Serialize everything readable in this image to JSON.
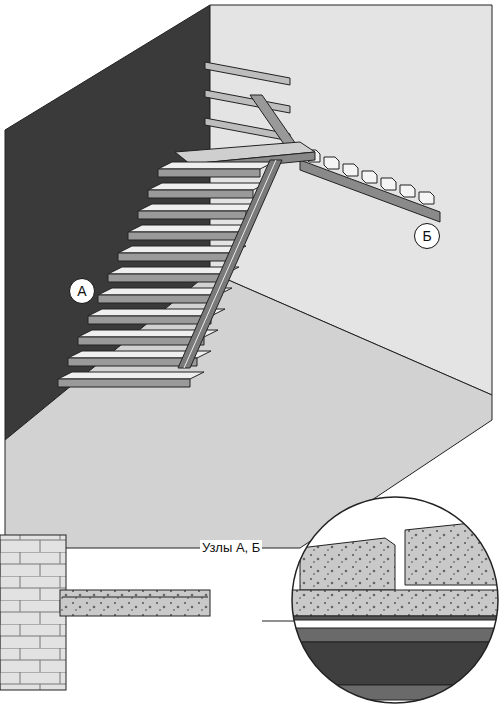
{
  "diagram": {
    "nodes": [
      {
        "text": [
          "А"
        ]
      },
      {
        "text": [
          "Б"
        ]
      }
    ],
    "labels": [
      "Узлы А, Б"
    ]
  }
}
